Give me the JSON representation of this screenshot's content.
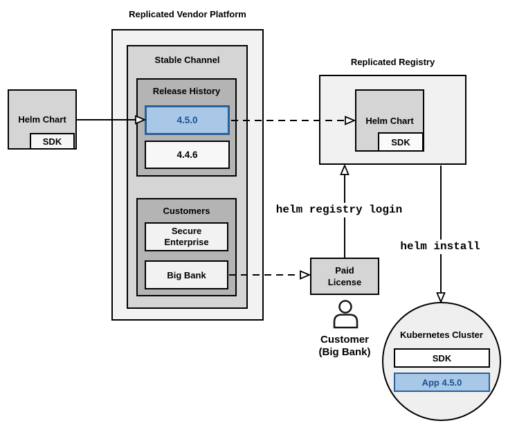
{
  "colors": {
    "highlight_fill": "#a9c7e7",
    "highlight_border": "#2a6099",
    "highlight_text": "#17538f",
    "box_border": "#000000"
  },
  "icons": {
    "customer": "person-icon"
  },
  "platform": {
    "title": "Replicated Vendor Platform",
    "stable_channel": {
      "title": "Stable Channel",
      "release_history": {
        "title": "Release History",
        "releases": [
          {
            "version": "4.5.0",
            "highlighted": true
          },
          {
            "version": "4.4.6",
            "highlighted": false
          }
        ]
      },
      "customers": {
        "title": "Customers",
        "items": [
          {
            "name": "Secure Enterprise"
          },
          {
            "name": "Big Bank"
          }
        ]
      }
    }
  },
  "source": {
    "helm_chart": "Helm Chart",
    "sdk": "SDK"
  },
  "registry": {
    "title": "Replicated Registry",
    "helm_chart": "Helm Chart",
    "sdk": "SDK"
  },
  "commands": {
    "registry_login": "helm registry login",
    "install": "helm install"
  },
  "license": {
    "label": "Paid License"
  },
  "customer": {
    "line1": "Customer",
    "line2": "(Big Bank)"
  },
  "cluster": {
    "title": "Kubernetes Cluster",
    "sdk": "SDK",
    "app": "App 4.5.0"
  }
}
